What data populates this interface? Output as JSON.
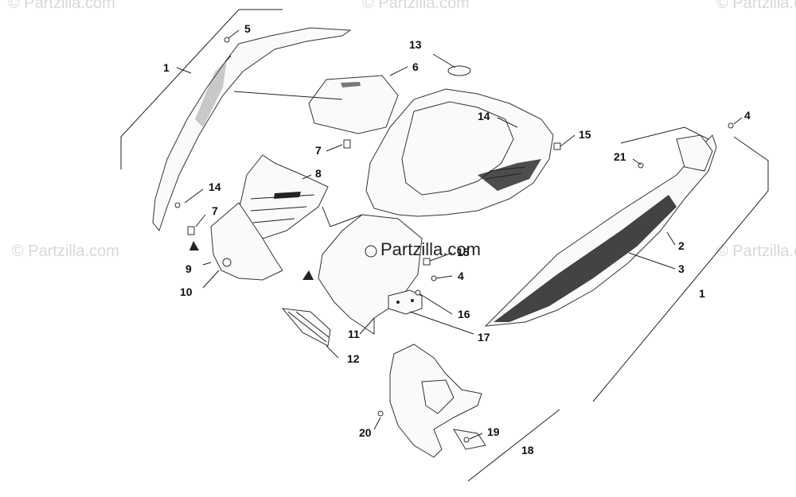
{
  "watermark": {
    "text": "© Partzilla.com"
  },
  "brand_mark": {
    "text": "Partzilla.com"
  },
  "callouts": [
    "1",
    "2",
    "3",
    "4",
    "4",
    "5",
    "6",
    "7",
    "7",
    "8",
    "9",
    "10",
    "11",
    "12",
    "13",
    "14",
    "14",
    "15",
    "15",
    "16",
    "17",
    "18",
    "19",
    "20",
    "21",
    "1"
  ],
  "colors": {
    "line": "#222222",
    "watermark": "#d8d8d8",
    "graphic": "#333333"
  }
}
